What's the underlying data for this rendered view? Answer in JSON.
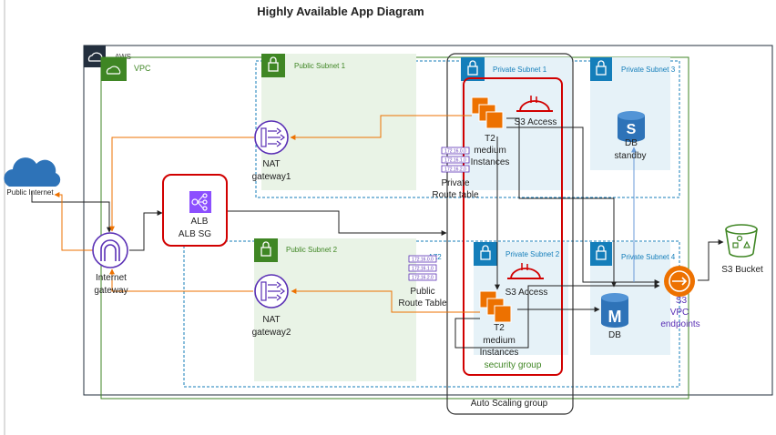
{
  "title": "Highly Available App Diagram",
  "aws": {
    "label": "AWS"
  },
  "vpc": {
    "label": "VPC"
  },
  "public_subnet_1": {
    "label": "Public Subnet 1"
  },
  "public_subnet_2": {
    "label": "Public Subnet 2"
  },
  "private_subnet_1": {
    "label": "Private Subnet 1"
  },
  "private_subnet_2": {
    "label": "Private Subnet 2"
  },
  "private_subnet_3": {
    "label": "Private Subnet 3"
  },
  "private_subnet_4": {
    "label": "Private Subnet 4"
  },
  "az2": {
    "label": "AZ2"
  },
  "public_internet": {
    "label": "Public Internet"
  },
  "internet_gateway": {
    "line1": "Internet",
    "line2": "gateway"
  },
  "alb": {
    "line1": "ALB",
    "line2": "ALB SG"
  },
  "nat_gateway_1": {
    "line1": "NAT",
    "line2": "gateway1"
  },
  "nat_gateway_2": {
    "line1": "NAT",
    "line2": "gateway2"
  },
  "instance_1": {
    "line1": "T2",
    "line2": "medium",
    "line3": "Instances",
    "access": "S3 Access"
  },
  "instance_2": {
    "line1": "T2",
    "line2": "medium",
    "line3": "Instances",
    "access": "S3 Access"
  },
  "private_route_table": {
    "line1": "Private",
    "line2": "Route table",
    "rows": [
      "172.16.0.0",
      "172.16.1.0",
      "172.16.2.0"
    ]
  },
  "public_route_table": {
    "line1": "Public",
    "line2": "Route Table",
    "rows": [
      "172.16.0.0",
      "172.16.1.0",
      "172.16.2.0"
    ]
  },
  "db_standby": {
    "line1": "DB",
    "line2": "standby"
  },
  "db": {
    "label": "DB"
  },
  "s3_vpc_endpoints": {
    "line1": "S3",
    "line2": "VPC",
    "line3": "endpoints"
  },
  "s3_bucket": {
    "label": "S3 Bucket"
  },
  "security_group": {
    "label": "security group"
  },
  "auto_scaling_group": {
    "label": "Auto Scaling group"
  },
  "colors": {
    "orange": "#ed7100",
    "green_border": "#3f8624",
    "blue_border": "#147eba",
    "red": "#d10000",
    "purple": "#5a30b5",
    "db_blue": "#2e73b8",
    "s3_green": "#3f8624"
  }
}
